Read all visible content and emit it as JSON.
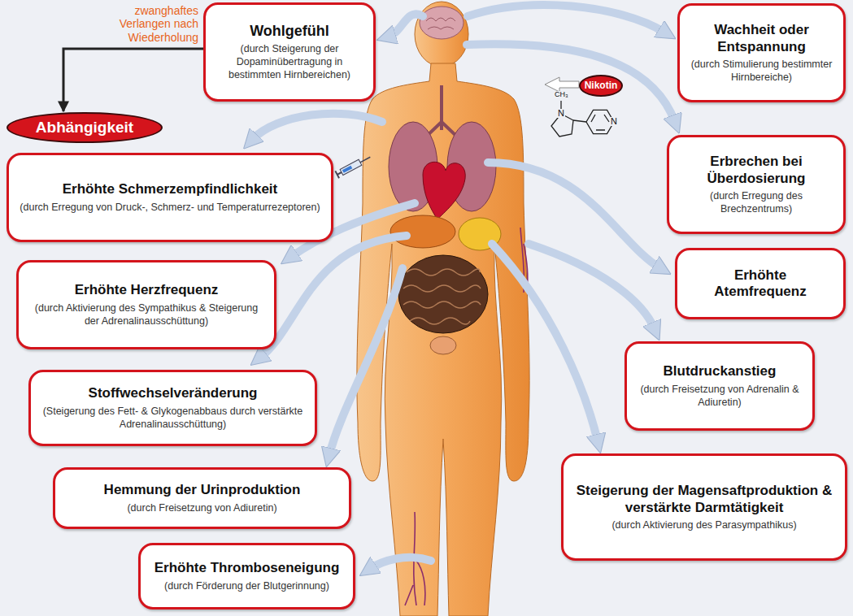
{
  "diagram": {
    "nodes": [
      {
        "text": [
          "Wohlgefühl",
          "(durch Steigerung der Dopaminübertragung in bestimmten Hirnbereichen)"
        ]
      },
      {
        "text": [
          "Abhängigkeit"
        ]
      },
      {
        "text": [
          "Wachheit oder Entspannung",
          "(durch Stimulierung bestimmter Hirnbereiche)"
        ]
      },
      {
        "text": [
          "Nikotin"
        ]
      },
      {
        "text": [
          "Erhöhte Schmerzempfindlichkeit",
          "(durch Erregung von Druck-, Schmerz- und Temperaturrezeptoren)"
        ]
      },
      {
        "text": [
          "Erbrechen bei Überdosierung",
          "(durch Erregung des Brechzentrums)"
        ]
      },
      {
        "text": [
          "Erhöhte Herzfrequenz",
          "(durch Aktivierung des Sympathikus & Steigerung der Adrenalinausschüttung)"
        ]
      },
      {
        "text": [
          "Erhöhte Atemfrequenz"
        ]
      },
      {
        "text": [
          "Stoffwechselveränderung",
          "(Steigerung des Fett- & Glykogenabbaus durch verstärkte Adrenalinausschüttung)"
        ]
      },
      {
        "text": [
          "Blutdruckanstieg",
          "(durch Freisetzung von Adrenalin & Adiuretin)"
        ]
      },
      {
        "text": [
          "Hemmung der Urinproduktion",
          "(durch Freisetzung von Adiuretin)"
        ]
      },
      {
        "text": [
          "Steigerung der Magensaftproduktion & verstärkte Darmtätigkeit",
          "(durch Aktivierung des Parasympathikus)"
        ]
      },
      {
        "text": [
          "Erhöhte Thromboseneigung",
          "(durch Förderung der Blutgerinnung)"
        ]
      }
    ],
    "edges": [
      {
        "from": 0,
        "to": 1,
        "label": "zwanghaftes Verlangen nach Wiederholung",
        "arrow": "to"
      }
    ],
    "labels": [
      "CH₃",
      "N",
      "N"
    ]
  }
}
